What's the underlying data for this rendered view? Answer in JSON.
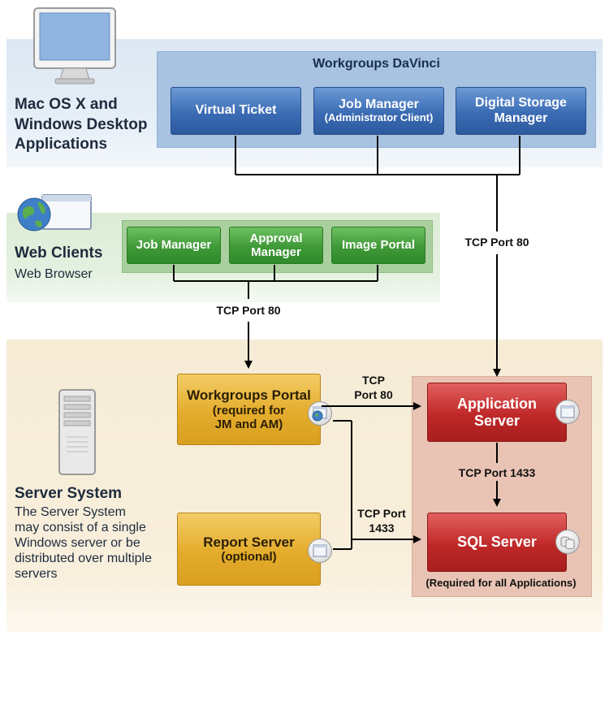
{
  "desktop": {
    "label": "Mac OS X and Windows Desktop Applications",
    "label_lines": [
      "Mac OS X and",
      "Windows Desktop",
      "Applications"
    ],
    "group_title": "Workgroups DaVinci",
    "apps": [
      {
        "title": "Virtual Ticket",
        "subtitle": ""
      },
      {
        "title": "Job Manager",
        "subtitle": "(Administrator Client)"
      },
      {
        "title_lines": [
          "Digital Storage",
          "Manager"
        ]
      }
    ]
  },
  "web": {
    "label": "Web Clients",
    "sublabel": "Web Browser",
    "apps": [
      {
        "title": "Job Manager"
      },
      {
        "title_lines": [
          "Approval",
          "Manager"
        ]
      },
      {
        "title": "Image Portal"
      }
    ],
    "port_label": "TCP Port 80"
  },
  "desktop_port_label": "TCP Port 80",
  "server": {
    "label": "Server System",
    "description_lines": [
      "The Server System",
      "may consist of a single",
      "Windows server or be",
      "distributed over multiple",
      "servers"
    ],
    "workgroups_portal": {
      "title": "Workgroups Portal",
      "sub_lines": [
        "(required for",
        "JM and AM)"
      ]
    },
    "report_server": {
      "title": "Report Server",
      "sub": "(optional)"
    },
    "application_server": {
      "title_lines": [
        "Application",
        "Server"
      ]
    },
    "sql_server": {
      "title": "SQL Server",
      "note": "(Required for all Applications)"
    },
    "portal_to_app_port_lines": [
      "TCP",
      "Port 80"
    ],
    "to_sql_port_lines": [
      "TCP Port",
      "1433"
    ],
    "app_to_sql_port": "TCP Port 1433"
  },
  "colors": {
    "desktop_band": "#dce8f3",
    "web_band": "#dcecd6",
    "server_band": "#f6ecd6",
    "blue_box": "#3b6cb4",
    "green_box": "#3f9937",
    "red_box": "#c02828",
    "gold_box": "#e4ac2c"
  },
  "icons": [
    "desktop-computer-icon",
    "globe-browser-icon",
    "server-tower-icon",
    "browser-window-icon",
    "globe-icon",
    "database-icon"
  ]
}
